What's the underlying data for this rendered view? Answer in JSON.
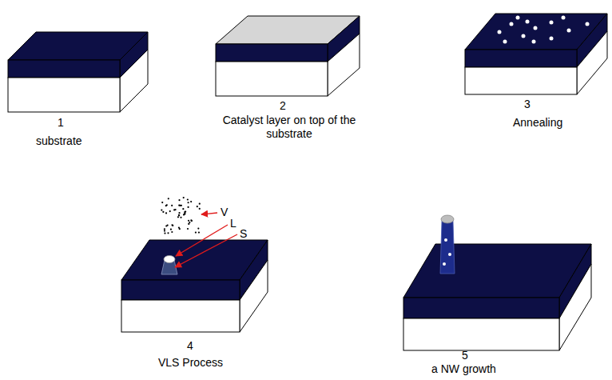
{
  "diagram": {
    "labels": [
      "1",
      "substrate",
      "2",
      "Catalyst layer on top of the substrate",
      "3",
      "Annealing",
      "V",
      "L",
      "S",
      "4",
      "VLS Process",
      "5",
      "a NW growth"
    ]
  }
}
